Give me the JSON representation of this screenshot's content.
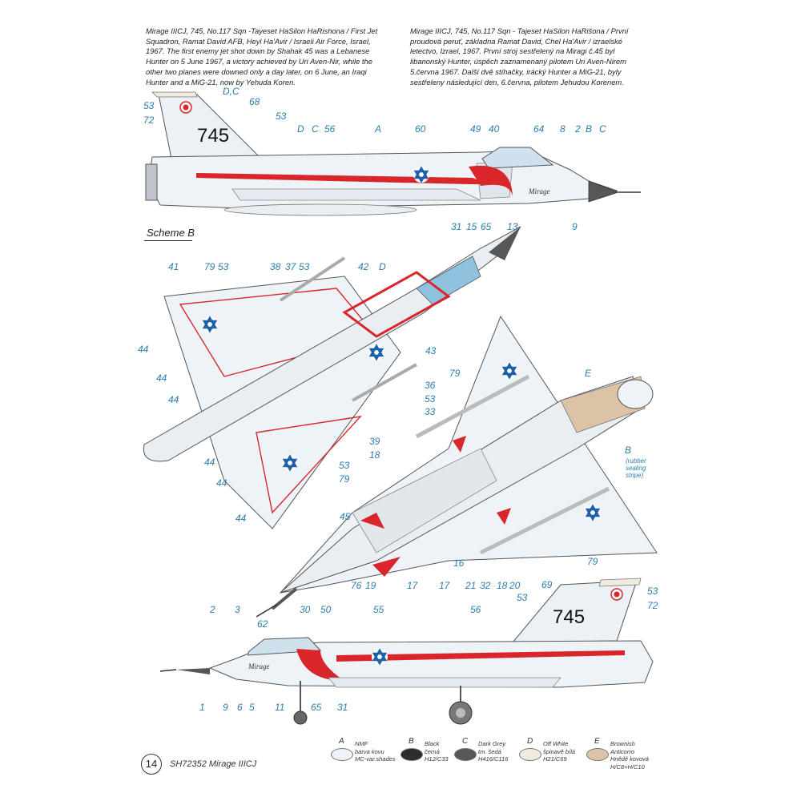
{
  "description_en": "Mirage IIICJ, 745, No.117 Sqn -Tayeset HaSilon HaRishona / First Jet Squadron, Ramat David AFB, Heyl Ha'Avir / Israeli Air Force, Israel, 1967. The first enemy jet shot down by Shahak 45 was a Lebanese Hunter on 5 June 1967, a victory achieved by Uri Aven-Nir, while the other two planes were downed only a day later, on 6 June, an Iraqi Hunter and a MiG-21, now by Yehuda Koren.",
  "description_cz": "Mirage IIICJ, 745, No.117 Sqn - Tajeset HaSilon HaRišona / První proudová peruť, základna Ramat David, Chel Ha'Avir / izraelské letectvo, Izrael, 1967. První stroj sestřelený na Miragi č.45 byl libanonský Hunter, úspěch zaznamenaný pilotem Uri Aven-Nirem 5.června 1967. Další dvě stíhačky, irácký Hunter a MiG-21, byly sestřeleny následující den, 6.června, pilotem Jehudou Korenem.",
  "scheme_label": "Scheme B",
  "aircraft_number": "745",
  "nose_script": "Mirage",
  "rubber_note": [
    "(rubber",
    "sealing",
    "stripe)"
  ],
  "page_number": "14",
  "kit_code": "SH72352 Mirage IIICJ",
  "callouts": {
    "side_top": [
      "D,C",
      "53",
      "72",
      "68",
      "53",
      "D",
      "C",
      "56",
      "A",
      "60",
      "49",
      "40",
      "64",
      "8",
      "2",
      "B",
      "C",
      "31",
      "15",
      "65",
      "13",
      "9"
    ],
    "top_view": [
      "41",
      "79",
      "53",
      "38",
      "37",
      "53",
      "42",
      "D",
      "44",
      "44",
      "44",
      "43",
      "36",
      "53",
      "33",
      "44",
      "44",
      "53",
      "79",
      "44",
      "45"
    ],
    "bottom_view": [
      "79",
      "E",
      "39",
      "18",
      "B",
      "16",
      "17",
      "21",
      "32",
      "18",
      "20",
      "76",
      "19",
      "17",
      "79"
    ],
    "side_bottom": [
      "69",
      "53",
      "72",
      "2",
      "3",
      "62",
      "30",
      "50",
      "55",
      "56",
      "53",
      "1",
      "9",
      "6",
      "5",
      "11",
      "65",
      "31"
    ]
  },
  "colors": [
    {
      "letter": "A",
      "hex": "#eef3f8",
      "lines": [
        "NMF",
        "barva kovu",
        "MC-var.shades"
      ]
    },
    {
      "letter": "B",
      "hex": "#2d2d2d",
      "lines": [
        "Black",
        "černá",
        "H12/C33"
      ]
    },
    {
      "letter": "C",
      "hex": "#555759",
      "lines": [
        "Dark Grey",
        "tm. šedá",
        "H416/C116"
      ]
    },
    {
      "letter": "D",
      "hex": "#efebdf",
      "lines": [
        "Off White",
        "špinavě bílá",
        "H21/C69"
      ]
    },
    {
      "letter": "E",
      "hex": "#dcc3a6",
      "lines": [
        "Brownish Anticorro",
        "Hnědě kovová",
        "H/C8+H/C10"
      ]
    }
  ],
  "accent_colors": {
    "stripe": "#d8262b",
    "label": "#2a7eb0",
    "star": "#1d5fa8"
  }
}
